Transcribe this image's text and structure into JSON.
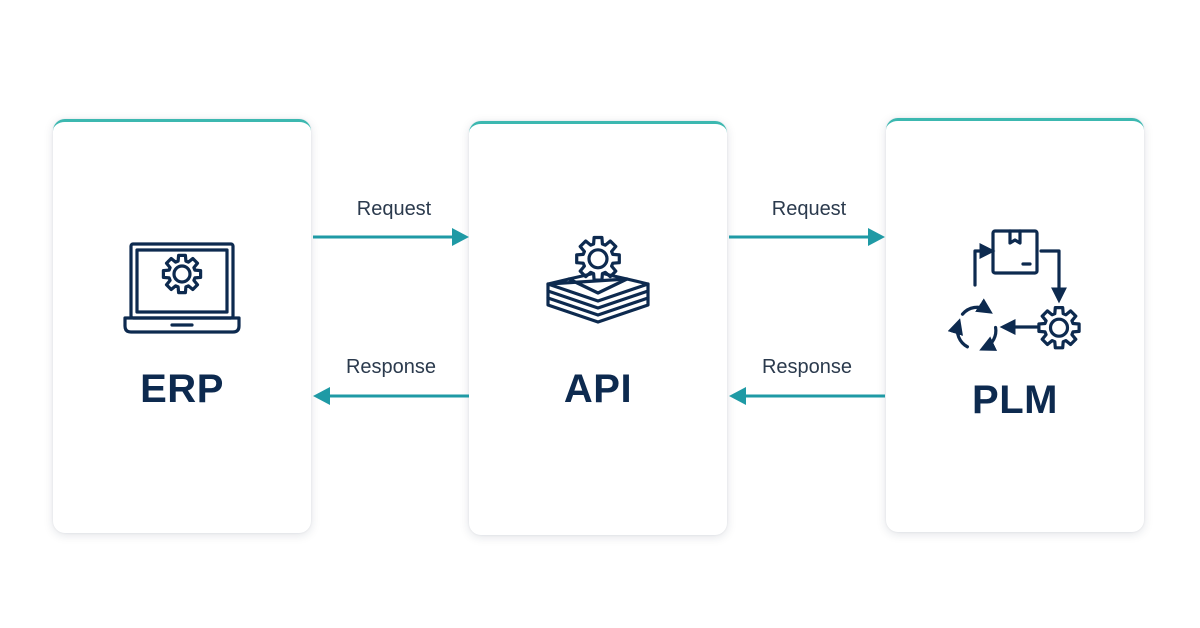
{
  "nodes": [
    {
      "id": "erp",
      "label": "ERP",
      "icon": "laptop-gear-icon"
    },
    {
      "id": "api",
      "label": "API",
      "icon": "gear-stack-icon"
    },
    {
      "id": "plm",
      "label": "PLM",
      "icon": "product-lifecycle-icon"
    }
  ],
  "connections": [
    {
      "from": "erp",
      "to": "api",
      "label": "Request",
      "direction": "right"
    },
    {
      "from": "api",
      "to": "erp",
      "label": "Response",
      "direction": "left"
    },
    {
      "from": "api",
      "to": "plm",
      "label": "Request",
      "direction": "right"
    },
    {
      "from": "plm",
      "to": "api",
      "label": "Response",
      "direction": "left"
    }
  ],
  "colors": {
    "accent": "#3cb8b0",
    "arrow": "#1f9aa5",
    "text_dark": "#0d2a4f",
    "label_text": "#2b3a4d"
  }
}
